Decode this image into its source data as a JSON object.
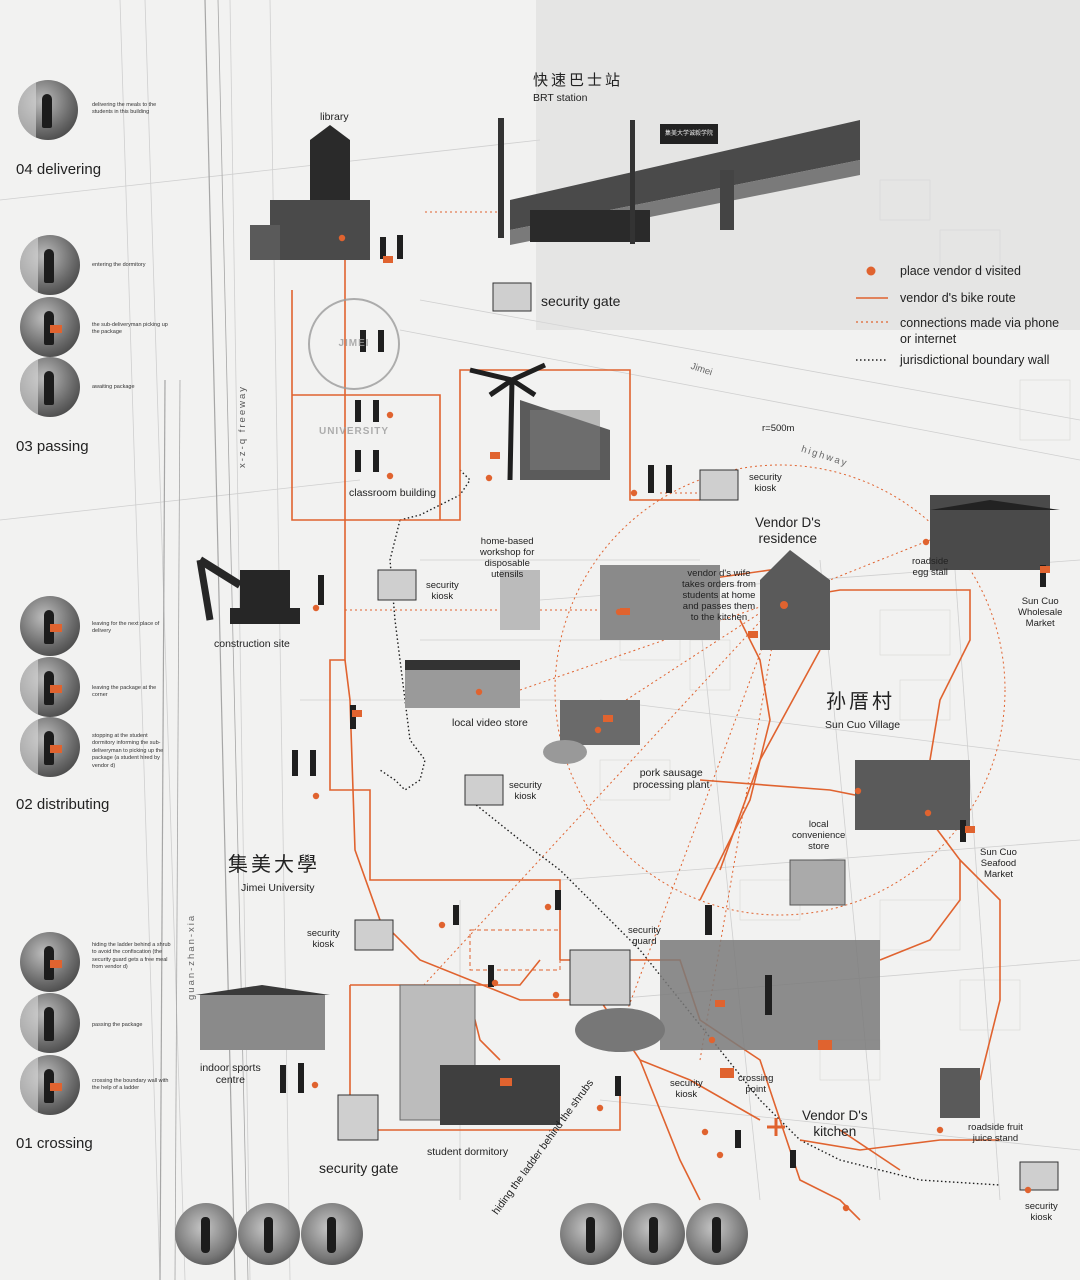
{
  "colors": {
    "route": "#e0632f",
    "boundary": "#1e1e1e",
    "photo_dark": "#2a2a2a",
    "photo_mid": "#7a7a7a",
    "background": "#f2f2f1"
  },
  "legend": {
    "visited": "place vendor d visited",
    "route": "vendor d's  bike route",
    "connections_1": "connections made via phone",
    "connections_2": "or internet",
    "boundary": "jurisdictional boundary wall"
  },
  "radius_label": "r=500m",
  "sign_text": "集美大学诚毅学院",
  "university_seal_text": "JIMEI UNIVERSITY",
  "labels": {
    "brt_zh": "快速巴士站",
    "brt_en": "BRT station",
    "library": "library",
    "security_gate_top": "security gate",
    "classroom_building": "classroom building",
    "security_kiosk_1a": "security",
    "security_kiosk_1b": "kiosk",
    "vendor_residence_1": "Vendor D's",
    "vendor_residence_2": "residence",
    "workshop_1": "home-based",
    "workshop_2": "workshop for",
    "workshop_3": "disposable",
    "workshop_4": "utensils",
    "security_kiosk_2a": "security",
    "security_kiosk_2b": "kiosk",
    "wife_1": "vendor d's wife",
    "wife_2": "takes orders from",
    "wife_3": "students at home",
    "wife_4": "and passes them",
    "wife_5": "to the kitchen",
    "egg_stall_1": "roadside",
    "egg_stall_2": "egg stall",
    "wholesale_1": "Sun Cuo",
    "wholesale_2": "Wholesale",
    "wholesale_3": "Market",
    "construction_site": "construction site",
    "video_store": "local video store",
    "sun_cuo_zh": "孙厝村",
    "sun_cuo_en": "Sun Cuo Village",
    "security_kiosk_3a": "security",
    "security_kiosk_3b": "kiosk",
    "pork_1": "pork sausage",
    "pork_2": "processing plant",
    "convenience_1": "local",
    "convenience_2": "convenience",
    "convenience_3": "store",
    "seafood_1": "Sun Cuo",
    "seafood_2": "Seafood",
    "seafood_3": "Market",
    "jimei_zh": "集美大學",
    "jimei_en": "Jimei University",
    "security_kiosk_4a": "security",
    "security_kiosk_4b": "kiosk",
    "security_guard_1": "security",
    "security_guard_2": "guard",
    "indoor_sports_1": "indoor sports",
    "indoor_sports_2": "centre",
    "security_kiosk_5a": "security",
    "security_kiosk_5b": "kiosk",
    "crossing_point_1": "crossing",
    "crossing_point_2": "point",
    "kitchen_1": "Vendor D's",
    "kitchen_2": "kitchen",
    "fruit_juice_1": "roadside fruit",
    "fruit_juice_2": "juice stand",
    "security_gate_bottom": "security gate",
    "student_dormitory": "student dormitory",
    "security_kiosk_6a": "security",
    "security_kiosk_6b": "kiosk",
    "hiding_ladder": "hiding the ladder behind the shrubs",
    "freeway": "x-z-q freeway",
    "jimei_highway_1": "Jimei",
    "jimei_highway_2": "highway",
    "road_name": "guan-zhan-xia"
  },
  "phases": [
    {
      "title": "04 delivering",
      "steps": [
        "delivering the meals to the students in this building"
      ]
    },
    {
      "title": "03 passing",
      "steps": [
        "entering the dormitory",
        "the sub-deliveryman picking up the package",
        "awaiting package"
      ]
    },
    {
      "title": "02 distributing",
      "steps": [
        "leaving for the next place of delivery",
        "leaving the package at the corner",
        "stopping at the student dormitory informing the sub-deliveryman to picking up the package (a student hired by vendor d)"
      ]
    },
    {
      "title": "01 crossing",
      "steps": [
        "hiding the ladder behind a shrub to avoid the confiscation (the security guard gets a free meal from vendor d)",
        "passing the package",
        "crossing the boundary wall with the help of a ladder"
      ]
    }
  ]
}
